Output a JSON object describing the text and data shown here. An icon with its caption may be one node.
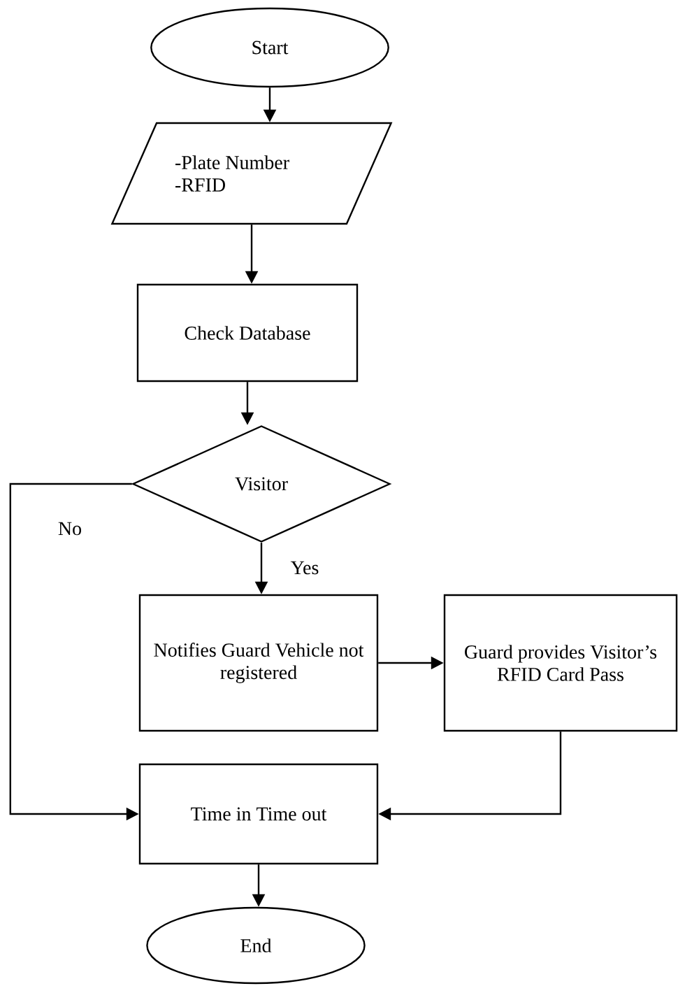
{
  "diagram": {
    "nodes": [
      {
        "text": [
          "Start"
        ]
      },
      {
        "text": [
          "-Plate Number -RFID"
        ]
      },
      {
        "text": [
          "Check Database"
        ]
      },
      {
        "text": [
          "Visitor"
        ]
      },
      {
        "text": [
          "Notifies Guard Vehicle not registered"
        ]
      },
      {
        "text": [
          "Guard provides Visitor’s RFID Card Pass"
        ]
      },
      {
        "text": [
          "Time in Time out"
        ]
      },
      {
        "text": [
          "End"
        ]
      }
    ],
    "edges": [
      {
        "from": 0,
        "to": 1,
        "arrow": "to"
      },
      {
        "from": 1,
        "to": 2,
        "arrow": "to"
      },
      {
        "from": 2,
        "to": 3,
        "arrow": "to"
      },
      {
        "from": 3,
        "to": 4,
        "arrow": "to",
        "label": "Yes"
      },
      {
        "from": 3,
        "to": 6,
        "arrow": "to",
        "label": "No"
      },
      {
        "from": 4,
        "to": 5,
        "arrow": "to"
      },
      {
        "from": 5,
        "to": 6,
        "arrow": "to"
      },
      {
        "from": 6,
        "to": 7,
        "arrow": "to"
      }
    ]
  }
}
